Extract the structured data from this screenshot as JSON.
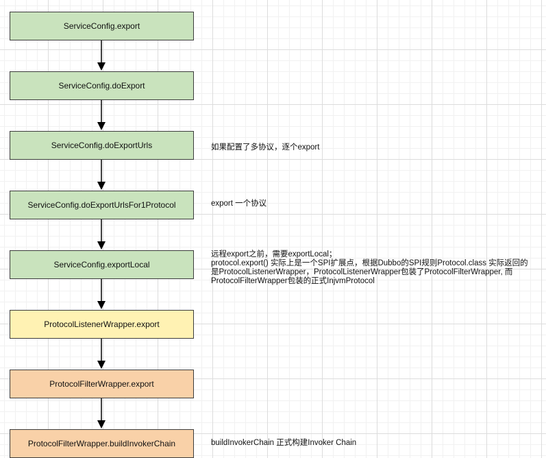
{
  "flow": {
    "steps": [
      {
        "label": "ServiceConfig.export",
        "color": "#c9e3bd"
      },
      {
        "label": "ServiceConfig.doExport",
        "color": "#c9e3bd"
      },
      {
        "label": "ServiceConfig.doExportUrls",
        "color": "#c9e3bd"
      },
      {
        "label": "ServiceConfig.doExportUrlsFor1Protocol",
        "color": "#c9e3bd"
      },
      {
        "label": "ServiceConfig.exportLocal",
        "color": "#c9e3bd"
      },
      {
        "label": "ProtocolListenerWrapper.export",
        "color": "#fff2b3"
      },
      {
        "label": "ProtocolFilterWrapper.export",
        "color": "#f9d1a8"
      },
      {
        "label": "ProtocolFilterWrapper.buildInvokerChain",
        "color": "#f9d1a8"
      }
    ]
  },
  "notes": {
    "multi_protocol": "如果配置了多协议，逐个export",
    "one_protocol": "export 一个协议",
    "export_local": {
      "line1": "远程export之前，需要exportLocal；",
      "line2": "protocol.export() 实际上是一个SPI扩展点，根据Dubbo的SPI规则Protocol.class 实际返回的",
      "line3": "是ProtocolListenerWrapper，ProtocolListenerWrapper包装了ProtocolFilterWrapper, 而",
      "line4": "ProtocolFilterWrapper包装的正式InjvmProtocol"
    },
    "build_chain": "buildInvokerChain 正式构建Invoker Chain"
  }
}
